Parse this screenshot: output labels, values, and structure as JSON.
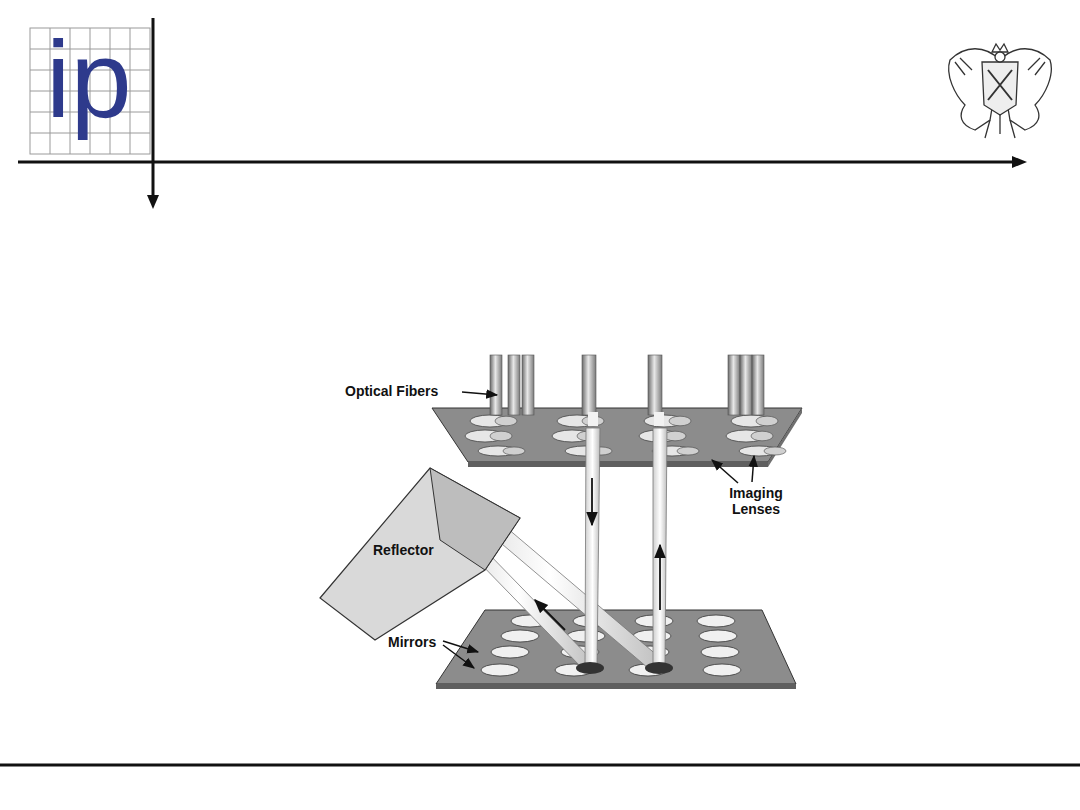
{
  "diagram": {
    "nodes": [
      {
        "text": [
          "Reflector"
        ]
      }
    ],
    "labels": [
      "ip",
      "Optical Fibers",
      "Imaging Lenses",
      "Mirrors"
    ]
  }
}
